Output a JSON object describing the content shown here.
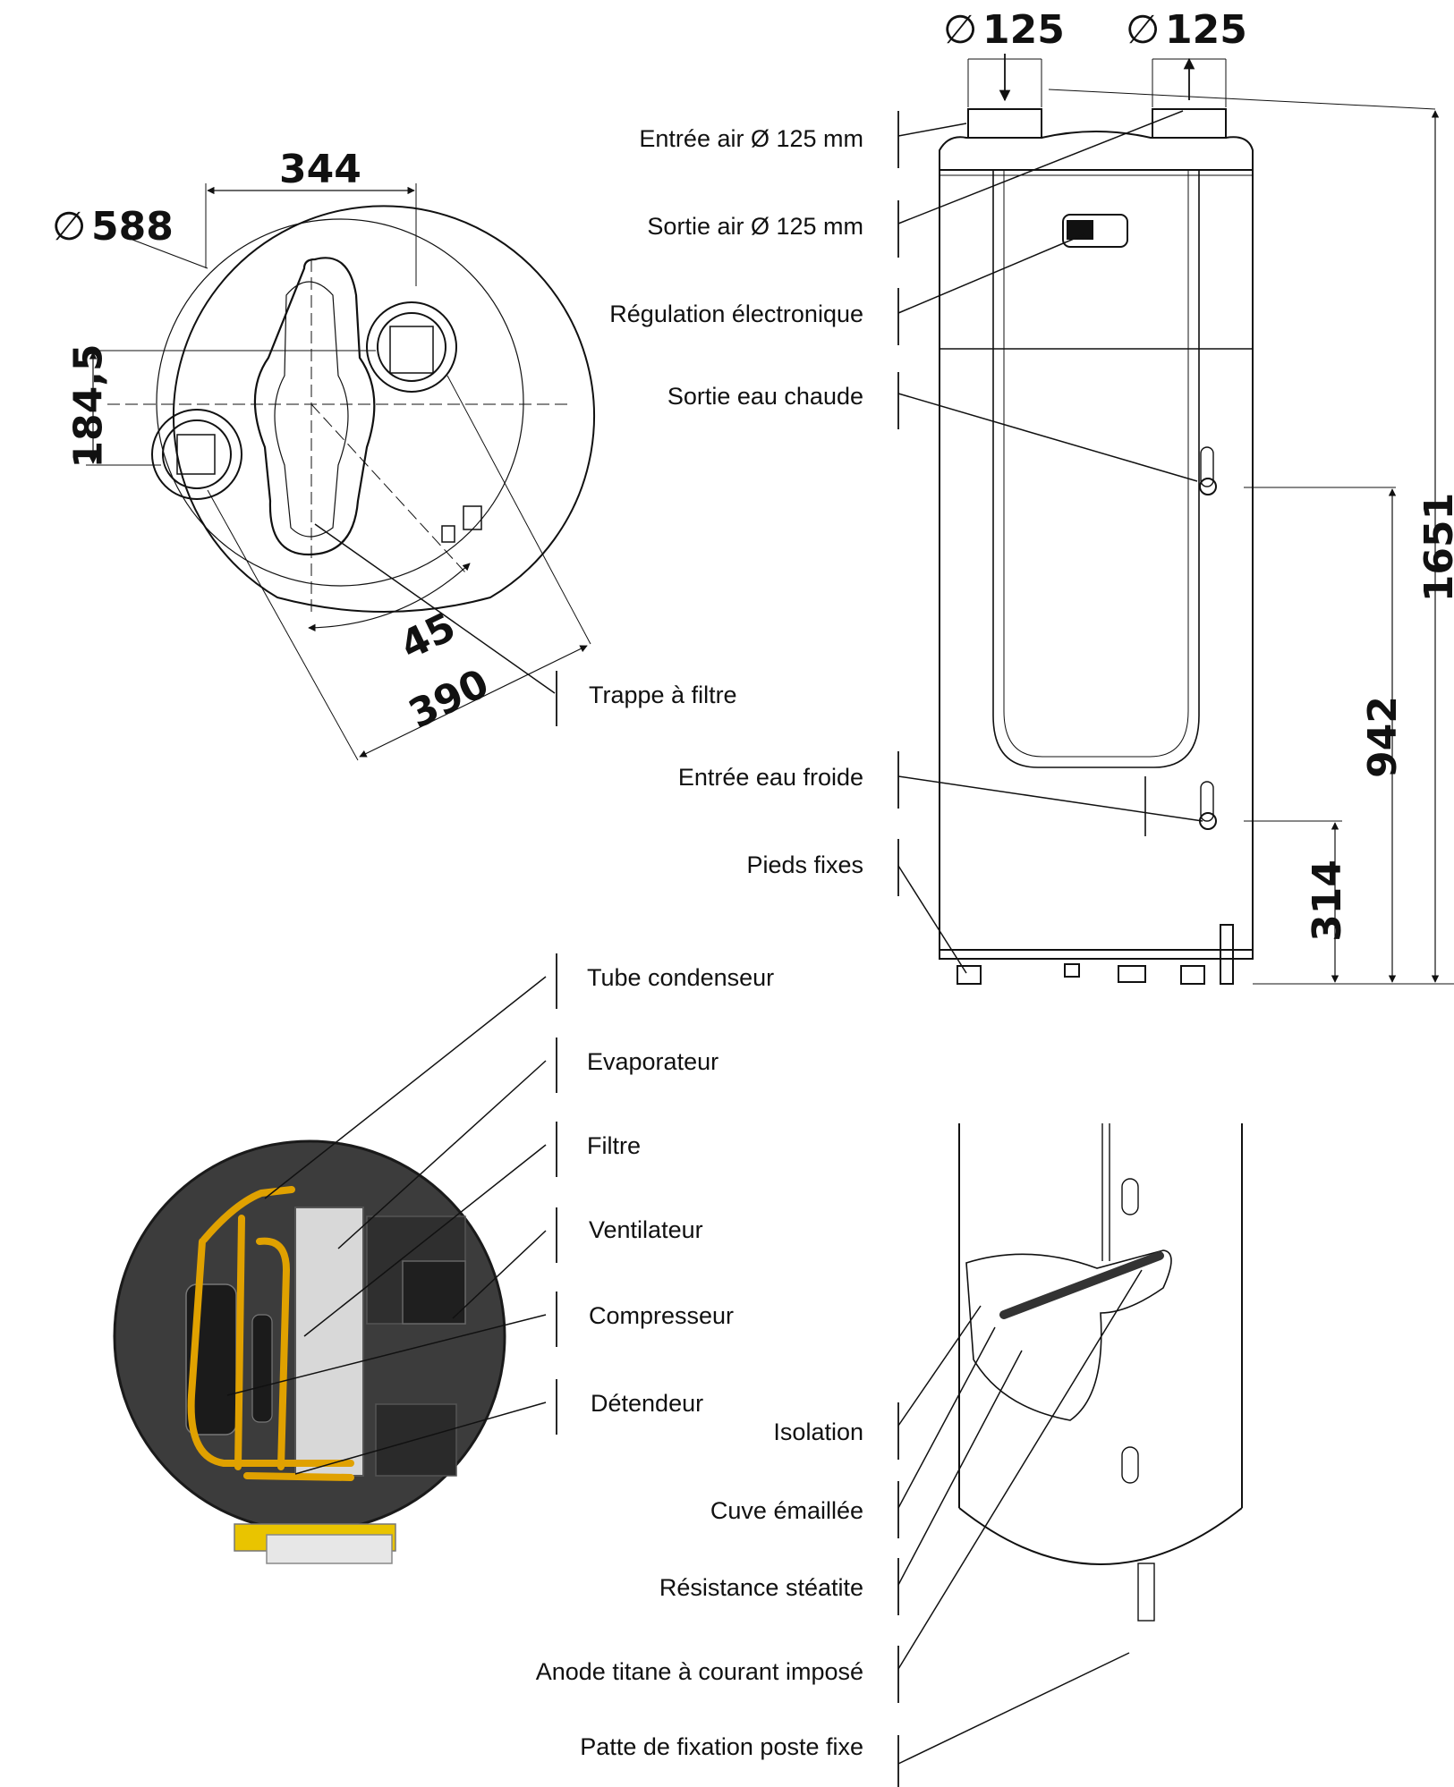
{
  "colors": {
    "line": "#111111",
    "cover": "#3f3f3f",
    "copper": "#e0a100",
    "panel": "#d8d8d8"
  },
  "top_view": {
    "diameter": "588",
    "width": "344",
    "offset": "184,5",
    "angle": "45",
    "span": "390",
    "callout": "Trappe à filtre"
  },
  "front_view": {
    "duct_left": "125",
    "duct_right": "125",
    "height_total": "1651",
    "height_hot": "942",
    "height_cold": "314",
    "labels": {
      "air_in": "Entrée air Ø 125 mm",
      "air_out": "Sortie air Ø 125 mm",
      "regulation": "Régulation électronique",
      "hot_out": "Sortie eau chaude",
      "cold_in": "Entrée eau froide",
      "feet": "Pieds fixes"
    }
  },
  "interior_view": {
    "labels": {
      "condenser": "Tube condenseur",
      "evaporator": "Evaporateur",
      "filter": "Filtre",
      "fan": "Ventilateur",
      "compressor": "Compresseur",
      "expander": "Détendeur"
    }
  },
  "tank_view": {
    "labels": {
      "insulation": "Isolation",
      "tank": "Cuve émaillée",
      "resistance": "Résistance stéatite",
      "anode": "Anode titane à courant imposé",
      "bracket": "Patte de fixation poste fixe"
    }
  }
}
